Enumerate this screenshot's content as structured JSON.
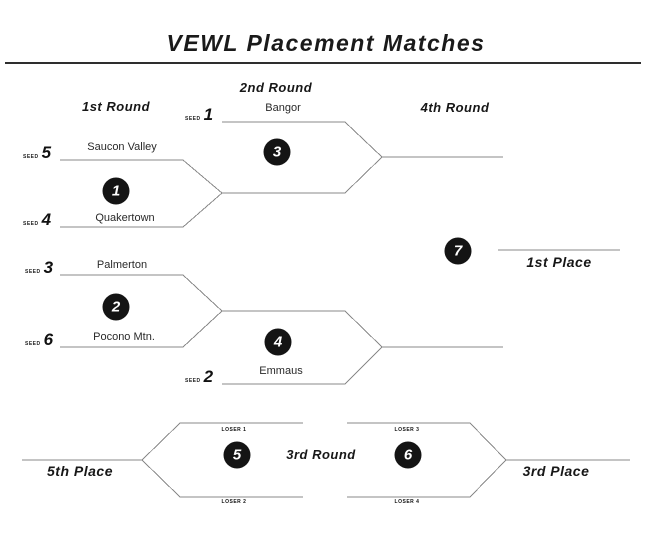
{
  "title": "VEWL Placement Matches",
  "round_labels": {
    "r1": "1st Round",
    "r2": "2nd Round",
    "r3": "3rd Round",
    "r4": "4th Round"
  },
  "place_labels": {
    "p1": "1st Place",
    "p3": "3rd Place",
    "p5": "5th Place"
  },
  "seed_word": "SEED",
  "teams": {
    "bangor": {
      "seed": "1",
      "name": "Bangor"
    },
    "saucon_valley": {
      "seed": "5",
      "name": "Saucon Valley"
    },
    "quakertown": {
      "seed": "4",
      "name": "Quakertown"
    },
    "palmerton": {
      "seed": "3",
      "name": "Palmerton"
    },
    "pocono_mtn": {
      "seed": "6",
      "name": "Pocono Mtn."
    },
    "emmaus": {
      "seed": "2",
      "name": "Emmaus"
    }
  },
  "match_numbers": {
    "m1": "1",
    "m2": "2",
    "m3": "3",
    "m4": "4",
    "m5": "5",
    "m6": "6",
    "m7": "7"
  },
  "loser_labels": {
    "l1": "LOSER 1",
    "l2": "LOSER 2",
    "l3": "LOSER 3",
    "l4": "LOSER 4"
  },
  "colors": {
    "bracket_line": "#8a8a8a",
    "circle_fill": "#141414",
    "text": "#1c1c1c",
    "title_rule": "#2e2e2e",
    "background": "#ffffff"
  }
}
